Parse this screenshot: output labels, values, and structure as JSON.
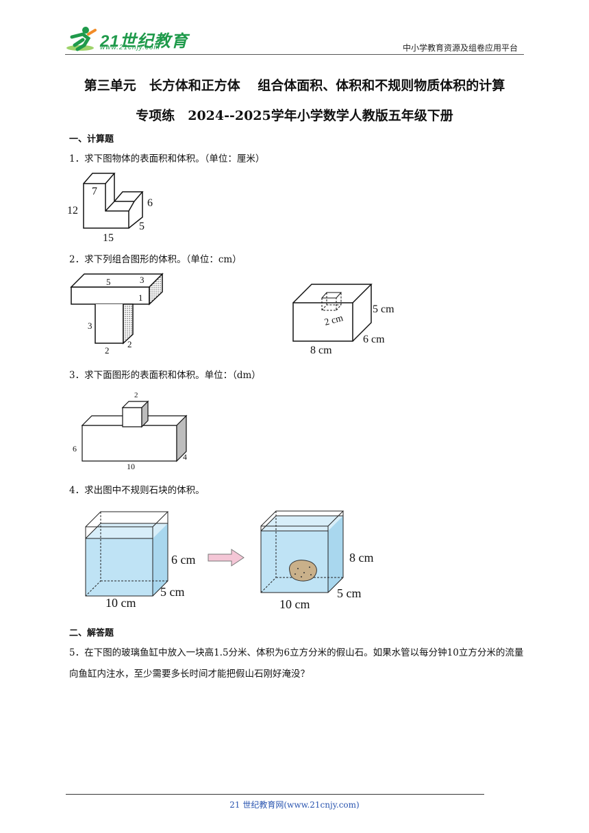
{
  "header": {
    "logo_main": "21世纪教育",
    "logo_sub": "www.21cnjy.com",
    "right_text": "中小学教育资源及组卷应用平台"
  },
  "title": {
    "line1": "第三单元　长方体和正方体　 组合体面积、体积和不规则物质体积的计算",
    "line2": "专项练　2024--2025学年小学数学人教版五年级下册"
  },
  "sections": {
    "s1": "一、计算题",
    "s2": "二、解答题"
  },
  "questions": {
    "q1": "1．求下图物体的表面积和体积。（单位：厘米）",
    "q2": "2．求下列组合图形的体积。（单位：cm）",
    "q3": "3．求下面图形的表面积和体积。单位：（dm）",
    "q4": "4．求出图中不规则石块的体积。",
    "q5": "5．在下图的玻璃鱼缸中放入一块高1.5分米、体积为6立方分米的假山石。如果水管以每分钟10立方分米的流量向鱼缸内注水，至少需要多长时间才能把假山石刚好淹没？"
  },
  "fig1": {
    "l7": "7",
    "l12": "12",
    "l6": "6",
    "l5": "5",
    "l15": "15"
  },
  "fig2a": {
    "l5": "5",
    "l3": "3",
    "l1": "1",
    "l3b": "3",
    "l2": "2",
    "l2b": "2"
  },
  "fig2b": {
    "l5cm": "5 cm",
    "l2cm": "2 cm",
    "l6cm": "6 cm",
    "l8cm": "8 cm"
  },
  "fig3": {
    "l2": "2",
    "l6": "6",
    "l4": "4",
    "l10": "10"
  },
  "fig4": {
    "a_h": "6 cm",
    "a_d": "5 cm",
    "a_w": "10 cm",
    "b_h": "8 cm",
    "b_d": "5 cm",
    "b_w": "10 cm"
  },
  "colors": {
    "logo": "#1f9a4b",
    "water": "#bfe3f5",
    "arrow": "#f4c6d6",
    "footer": "#2a55b0"
  },
  "footer": {
    "text": "21 世纪教育网(www.21cnjy.com)"
  }
}
